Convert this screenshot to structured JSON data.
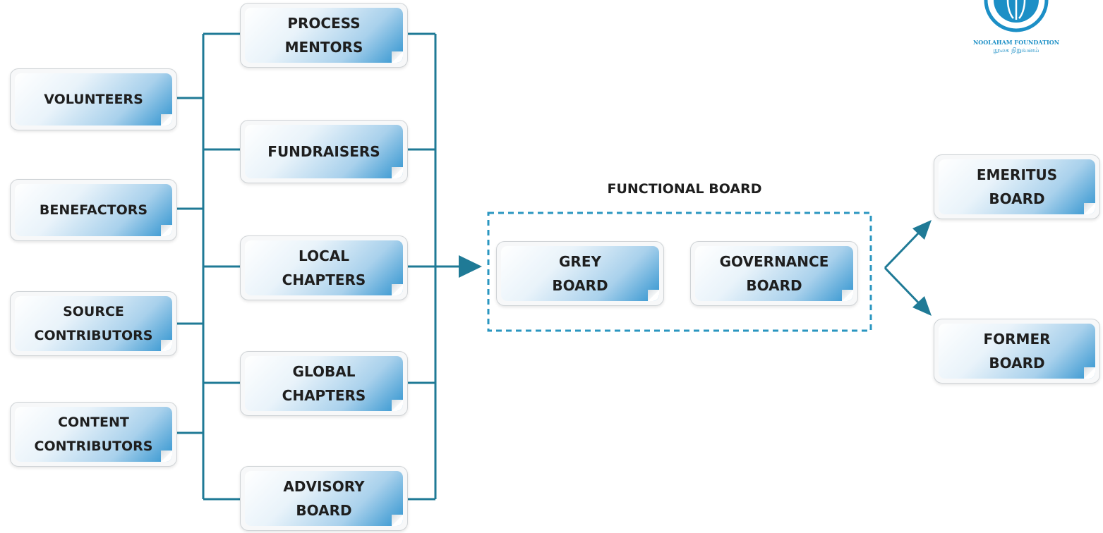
{
  "diagram": {
    "left_column": [
      {
        "lines": [
          "VOLUNTEERS"
        ]
      },
      {
        "lines": [
          "BENEFACTORS"
        ]
      },
      {
        "lines": [
          "SOURCE",
          "CONTRIBUTORS"
        ]
      },
      {
        "lines": [
          "CONTENT",
          "CONTRIBUTORS"
        ]
      }
    ],
    "middle_column": [
      {
        "lines": [
          "PROCESS",
          "MENTORS"
        ]
      },
      {
        "lines": [
          "FUNDRAISERS"
        ]
      },
      {
        "lines": [
          "LOCAL",
          "CHAPTERS"
        ]
      },
      {
        "lines": [
          "GLOBAL",
          "CHAPTERS"
        ]
      },
      {
        "lines": [
          "ADVISORY",
          "BOARD"
        ]
      }
    ],
    "functional_board": {
      "title": "FUNCTIONAL BOARD",
      "members": [
        {
          "lines": [
            "GREY",
            "BOARD"
          ]
        },
        {
          "lines": [
            "GOVERNANCE",
            "BOARD"
          ]
        }
      ]
    },
    "outcomes": [
      {
        "lines": [
          "EMERITUS",
          "BOARD"
        ]
      },
      {
        "lines": [
          "FORMER",
          "BOARD"
        ]
      }
    ]
  },
  "logo": {
    "name_en": "NOOLAHAM FOUNDATION",
    "name_ta": "நூலக நிறுவனம்"
  },
  "colors": {
    "connector": "#1f7a96",
    "dashed_border": "#2a96c0",
    "box_accent": "#2f93cf",
    "logo": "#1c8fc6"
  }
}
